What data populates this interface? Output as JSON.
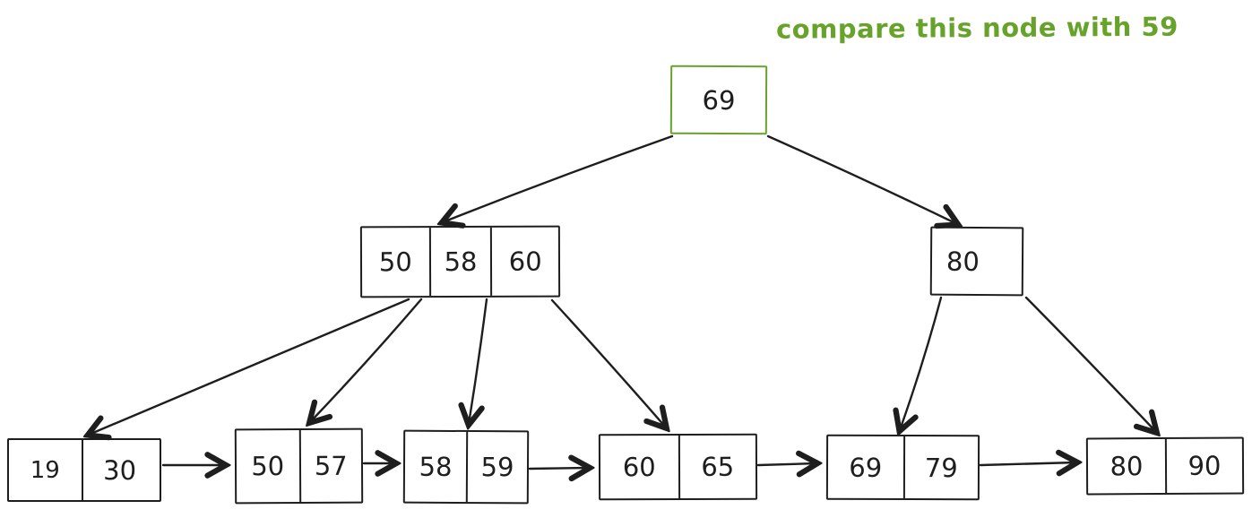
{
  "annotation": {
    "text": "compare this node with 59"
  },
  "colors": {
    "stroke": "#1e1e1e",
    "highlight_green": "#67a22b",
    "background": "#ffffff"
  },
  "tree": {
    "type": "b-plus-tree",
    "root": {
      "keys": [
        "69"
      ],
      "highlighted": true
    },
    "internal_left": {
      "keys": [
        "50",
        "58",
        "60"
      ]
    },
    "internal_right": {
      "keys": [
        "80"
      ]
    },
    "leaves": [
      {
        "keys": [
          "19",
          "30"
        ]
      },
      {
        "keys": [
          "50",
          "57"
        ]
      },
      {
        "keys": [
          "58",
          "59"
        ]
      },
      {
        "keys": [
          "60",
          "65"
        ]
      },
      {
        "keys": [
          "69",
          "79"
        ]
      },
      {
        "keys": [
          "80",
          "90"
        ]
      }
    ]
  }
}
